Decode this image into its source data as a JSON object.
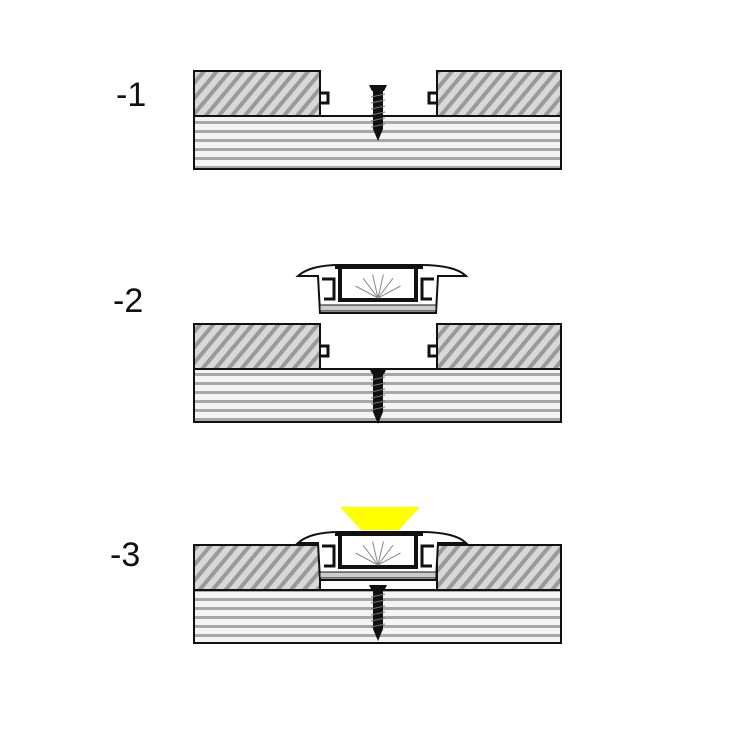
{
  "steps": [
    {
      "label": "-1",
      "profile": false,
      "light": false
    },
    {
      "label": "-2",
      "profile": true,
      "light": false
    },
    {
      "label": "-3",
      "profile": true,
      "light": true
    }
  ],
  "colors": {
    "light": "#ffff00",
    "wood_hatch": "#9a9a9a",
    "board_lines": "#a8a8a8",
    "outline": "#111111"
  }
}
